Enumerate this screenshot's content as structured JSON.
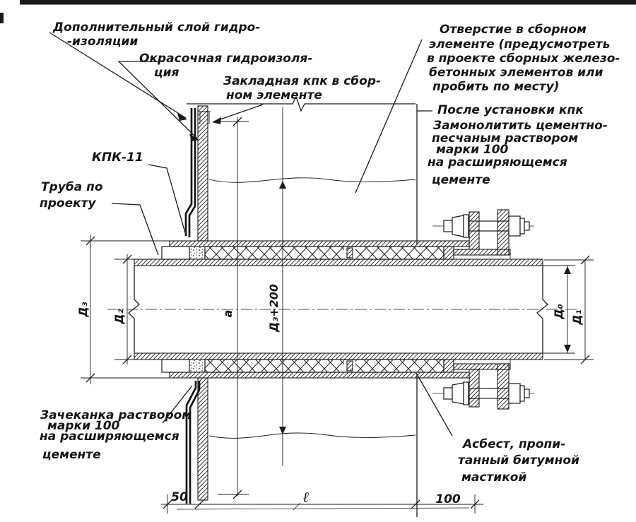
{
  "colors": {
    "ink": "#1a1a1a",
    "paper": "#ffffff"
  },
  "annotations": {
    "additional_waterproofing": [
      "Дополнительный слой гидро-",
      "-изоляции"
    ],
    "paint_waterproofing": [
      "Окрасочная гидроизоля-",
      "ция"
    ],
    "embedded_kpk": [
      "Закладная кпк в сбор-",
      "ном элементе"
    ],
    "opening_note": [
      "Отверстие в сборном",
      "элементе (предусмотреть",
      "в проекте сборных железо-",
      "бетонных элементов или",
      "пробить по месту)"
    ],
    "grout_note": [
      "После установки кпк",
      "Замонолитить цементно-",
      "песчаным раствором",
      "марки 100",
      "на расширяющемся",
      "цементе"
    ],
    "kpk_model": "КПК-11",
    "pipe_note": [
      "Труба по",
      "проекту"
    ],
    "caulk_note": [
      "Зачеканка раствором",
      "марки 100",
      "на расширяющемся",
      "цементе"
    ],
    "asbestos_note": [
      "Асбест, пропи-",
      "танный битумной",
      "мастикой"
    ]
  },
  "dimensions": {
    "d3": "Д₃",
    "d2": "Д₂",
    "a": "а",
    "d3_plus_200": "Д₃+200",
    "d0": "Д₀",
    "d1": "Д₁",
    "left_offset": "50",
    "wall_thickness": "ℓ",
    "right_offset": "100"
  }
}
